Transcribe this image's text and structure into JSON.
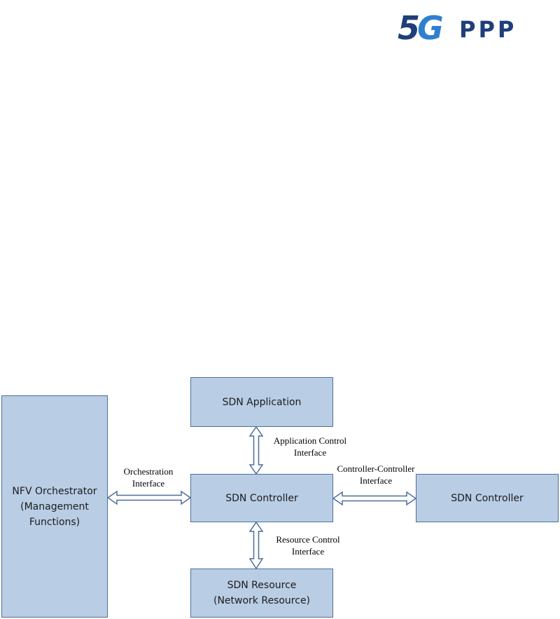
{
  "logo": {
    "mark_five": "5",
    "mark_g": "G",
    "text": "PPP"
  },
  "diagram": {
    "nfv_orchestrator": {
      "line1": "NFV Orchestrator",
      "line2": "(Management",
      "line3": "Functions)"
    },
    "sdn_application": "SDN Application",
    "sdn_controller_center": "SDN Controller",
    "sdn_controller_right": "SDN Controller",
    "sdn_resource": {
      "line1": "SDN Resource",
      "line2": "(Network Resource)"
    },
    "interfaces": {
      "application_control": {
        "line1": "Application Control",
        "line2": "Interface"
      },
      "orchestration": {
        "line1": "Orchestration",
        "line2": "Interface"
      },
      "controller_controller": {
        "line1": "Controller-Controller",
        "line2": "Interface"
      },
      "resource_control": {
        "line1": "Resource Control",
        "line2": "Interface"
      }
    },
    "colors": {
      "box_fill": "#b9cde5",
      "box_border": "#4f6f98",
      "arrow_fill": "#ffffff",
      "arrow_stroke": "#4f6f98"
    }
  }
}
